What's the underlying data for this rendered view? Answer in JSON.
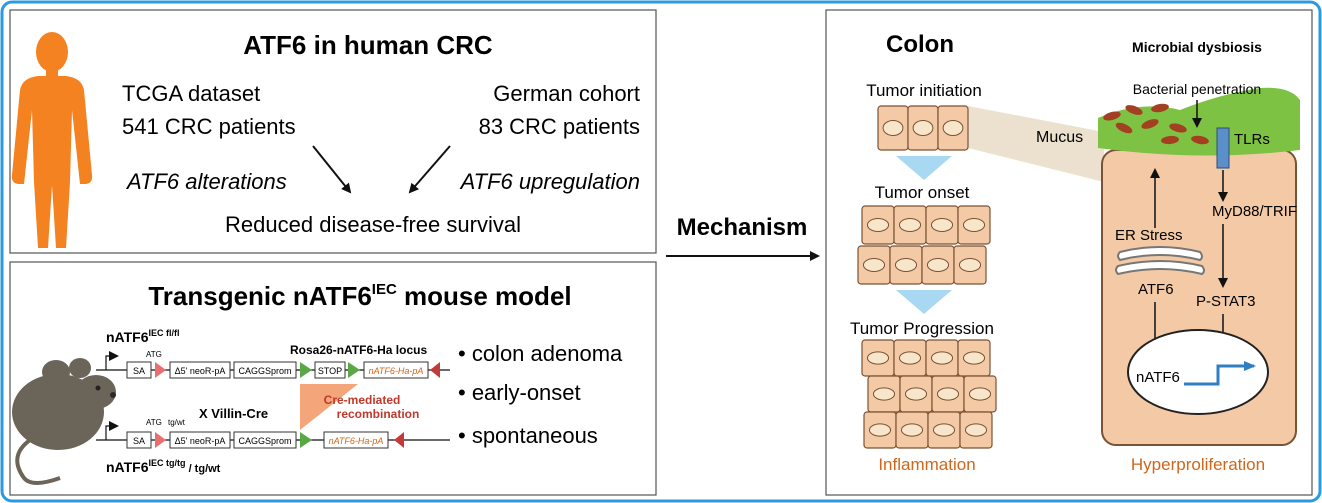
{
  "top_left": {
    "title": "ATF6 in human CRC",
    "tcga_line1": "TCGA dataset",
    "tcga_line2": "541 CRC patients",
    "german_line1": "German cohort",
    "german_line2": "83 CRC patients",
    "alterations": "ATF6 alterations",
    "upregulation": "ATF6 upregulation",
    "outcome": "Reduced disease-free survival"
  },
  "bottom_left": {
    "title_main": "Transgenic nATF6",
    "title_sup": "IEC",
    "title_rest": " mouse model",
    "allele1_main": "nATF6",
    "allele1_sup": "IEC fl/fl",
    "allele2_main": "nATF6",
    "allele2_sup": "IEC tg/tg",
    "allele2_rest": " / tg/wt",
    "atg": "ATG",
    "tgwt": "tg/wt",
    "villin": "X Villin-Cre",
    "locus": "Rosa26-nATF6-Ha locus",
    "cre_line1": "Cre-mediated",
    "cre_line2": "recombination",
    "box_sa": "SA",
    "box_neo": "Δ5' neoR-pA",
    "box_cagg": "CAGGSprom",
    "box_stop": "STOP",
    "box_natf6": "nATF6-Ha-pA",
    "phenotypes": [
      "• colon adenoma",
      "• early-onset",
      "• spontaneous"
    ]
  },
  "mechanism": "Mechanism",
  "right": {
    "colon": "Colon",
    "tumor_initiation": "Tumor initiation",
    "tumor_onset": "Tumor onset",
    "tumor_progression": "Tumor Progression",
    "inflammation": "Inflammation",
    "microbial": "Microbial dysbiosis",
    "bacterial": "Bacterial penetration",
    "mucus": "Mucus",
    "tlrs": "TLRs",
    "myd88": "MyD88/TRIF",
    "er_stress": "ER Stress",
    "atf6": "ATF6",
    "pstat3": "P-STAT3",
    "natf6": "nATF6",
    "hyperproliferation": "Hyperproliferation"
  },
  "colors": {
    "frame": "#2b9be0",
    "human": "#f58220",
    "mouse": "#6b6459",
    "cell_fill": "#f3caa5",
    "cell_stroke": "#7a5235",
    "nucleus": "#f7e6c9",
    "arrow_blue": "#a9d8f3",
    "mucus": "#7ec244",
    "bacteria": "#a34022",
    "receptor": "#5b8fc9",
    "red_text": "#c0392b",
    "orange_text": "#d0661a"
  }
}
